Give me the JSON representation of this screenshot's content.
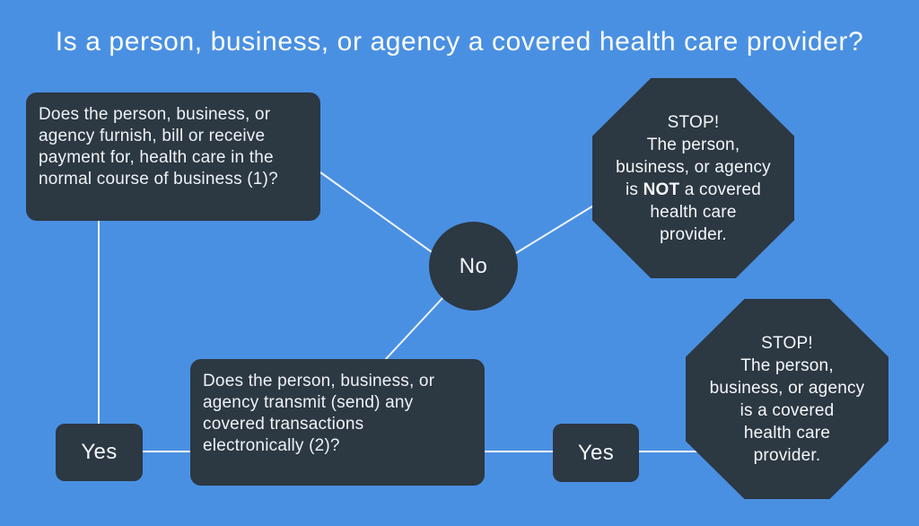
{
  "title": "Is a person, business, or agency a covered health care provider?",
  "colors": {
    "background": "#4a90e2",
    "shape_dark": "#2c3842",
    "connector_line": "#eef3f8",
    "text_light": "#f2f6fa"
  },
  "boxes": {
    "q1": {
      "lines": [
        "Does the person, business, or",
        "agency furnish, bill or receive",
        "payment for, health care in the",
        "normal course of business (1)?"
      ]
    },
    "q2": {
      "lines": [
        "Does the person, business, or",
        "agency transmit (send) any",
        "covered transactions",
        "electronically (2)?"
      ]
    },
    "no_label": "No",
    "yes_left_label": "Yes",
    "yes_right_label": "Yes"
  },
  "octagons": {
    "stop_not": {
      "line1": "STOP!",
      "line2": "The person,",
      "line3": "business, or agency",
      "line4_pre": "is ",
      "line4_bold": "NOT",
      "line4_post": " a covered",
      "line5": "health care",
      "line6": "provider."
    },
    "stop_covered": {
      "line1": "STOP!",
      "line2": "The person,",
      "line3": "business, or agency",
      "line4": "is a covered",
      "line5": "health care",
      "line6": "provider."
    }
  }
}
